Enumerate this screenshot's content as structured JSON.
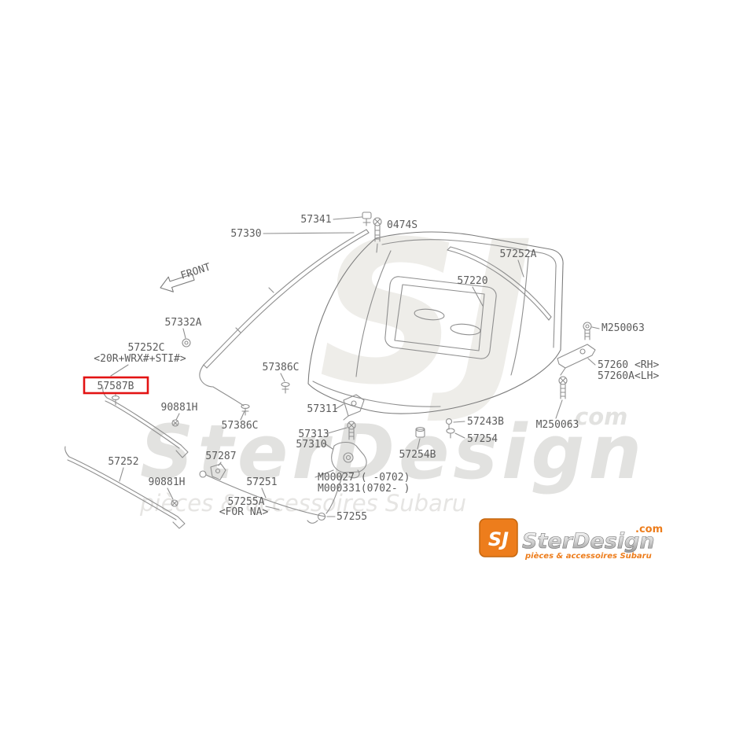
{
  "diagram": {
    "front_label": "FRONT",
    "parts": {
      "n57341": "57341",
      "n0474S": "0474S",
      "n57330": "57330",
      "n57252A": "57252A",
      "n57220": "57220",
      "n57332A": "57332A",
      "nM250063": "M250063",
      "n57252C": "57252C",
      "trim_note": "<20R+WRX#+STI#>",
      "n57260RH": "57260 <RH>",
      "n57260ALH": "57260A<LH>",
      "n57386C": "57386C",
      "n57587B": "57587B",
      "n90881H": "90881H",
      "n57311": "57311",
      "n57243B": "57243B",
      "n57313": "57313",
      "n57310": "57310",
      "n57254": "57254",
      "n57254B": "57254B",
      "n57287": "57287",
      "n57252": "57252",
      "n57251": "57251",
      "nM00027": "M00027 (  -0702)",
      "nM000331": "M000331(0702-  )",
      "n57255A": "57255A",
      "for_na_note": "<FOR NA>",
      "n57255": "57255"
    },
    "highlight": {
      "color": "#e31313"
    }
  },
  "watermark": {
    "monogram": "SJ",
    "brand": "SterDesign",
    "tld": ".com",
    "tagline": "pièces & accessoires Subaru"
  },
  "logo": {
    "monogram": "SJ",
    "brand": "SterDesign",
    "tld": ".com",
    "tagline": "pièces & accessoires Subaru"
  }
}
